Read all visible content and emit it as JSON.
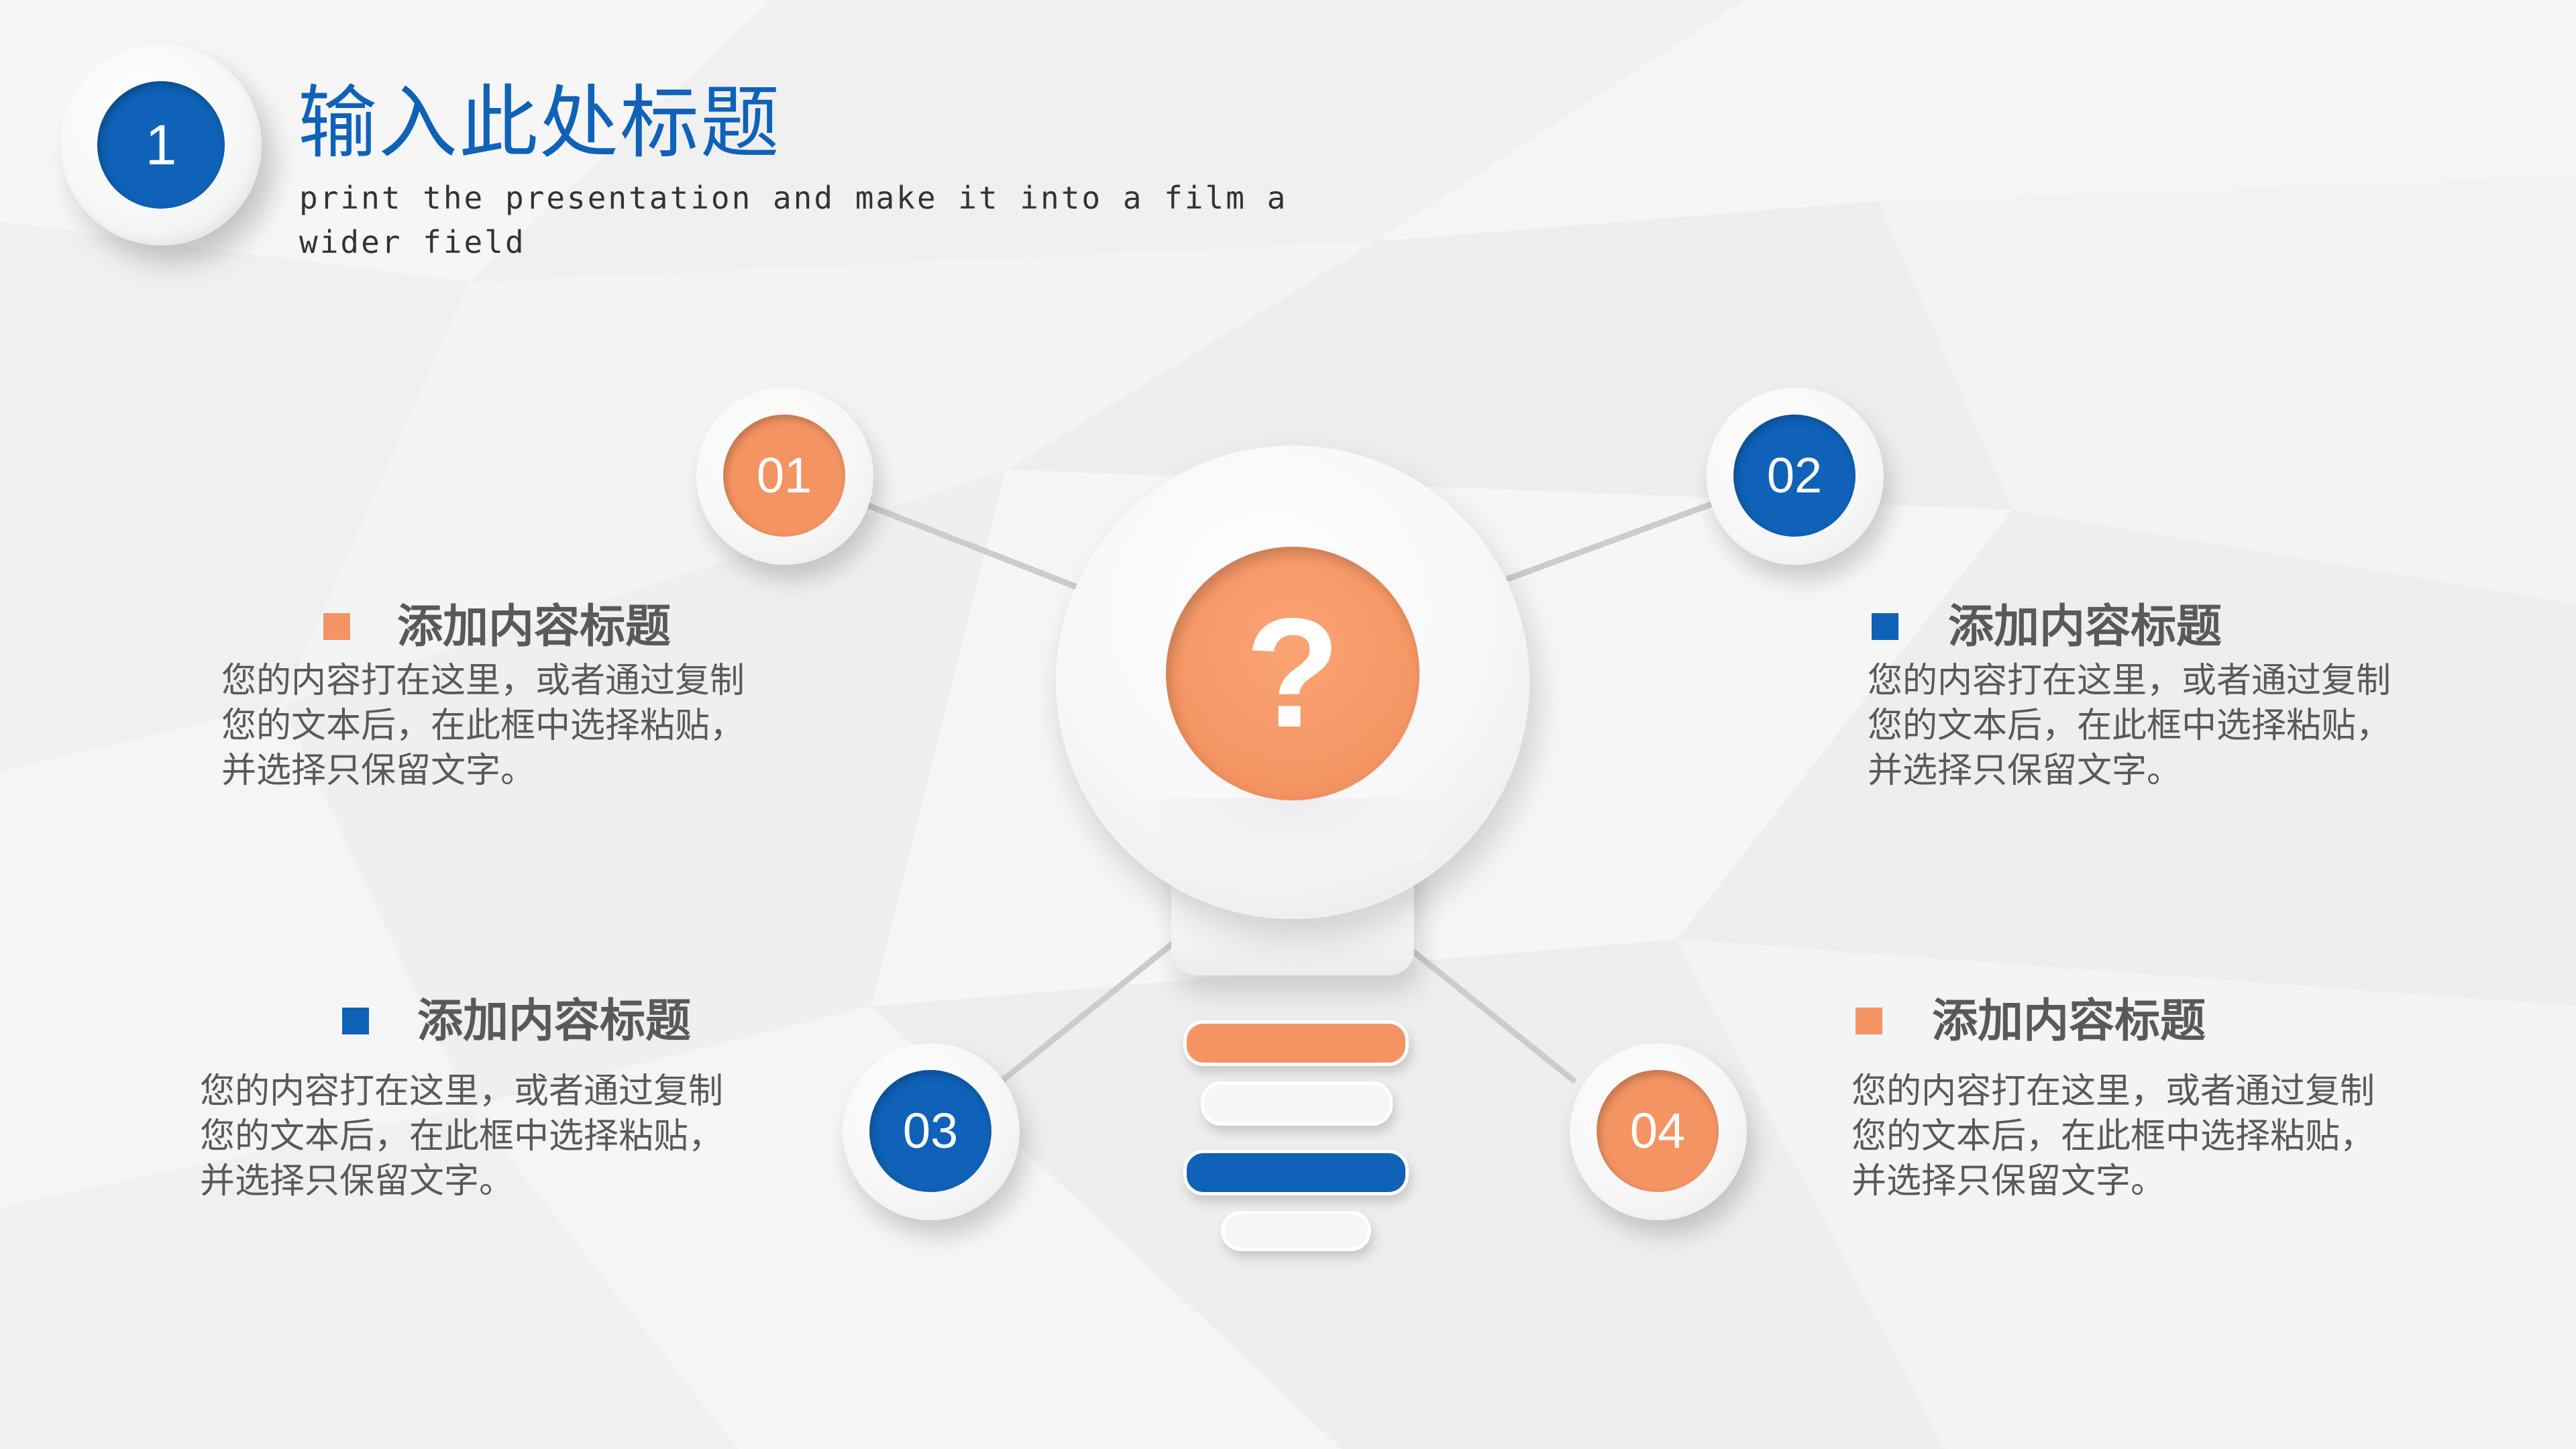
{
  "header": {
    "section_number": "1",
    "title": "输入此处标题",
    "subtitle": "print the presentation and make it into a film a wider field"
  },
  "center": {
    "symbol": "?"
  },
  "items": [
    {
      "number": "01",
      "heading": "添加内容标题",
      "body": "您的内容打在这里，或者通过复制您的文本后，在此框中选择粘贴，并选择只保留文字。"
    },
    {
      "number": "02",
      "heading": "添加内容标题",
      "body": "您的内容打在这里，或者通过复制您的文本后，在此框中选择粘贴，并选择只保留文字。"
    },
    {
      "number": "03",
      "heading": "添加内容标题",
      "body": "您的内容打在这里，或者通过复制您的文本后，在此框中选择粘贴，并选择只保留文字。"
    },
    {
      "number": "04",
      "heading": "添加内容标题",
      "body": "您的内容打在这里，或者通过复制您的文本后，在此框中选择粘贴，并选择只保留文字。"
    }
  ],
  "colors": {
    "accent_blue": "#0f62b8",
    "accent_orange": "#f49463",
    "text_gray": "#595959",
    "background": "#f2f2f3"
  }
}
